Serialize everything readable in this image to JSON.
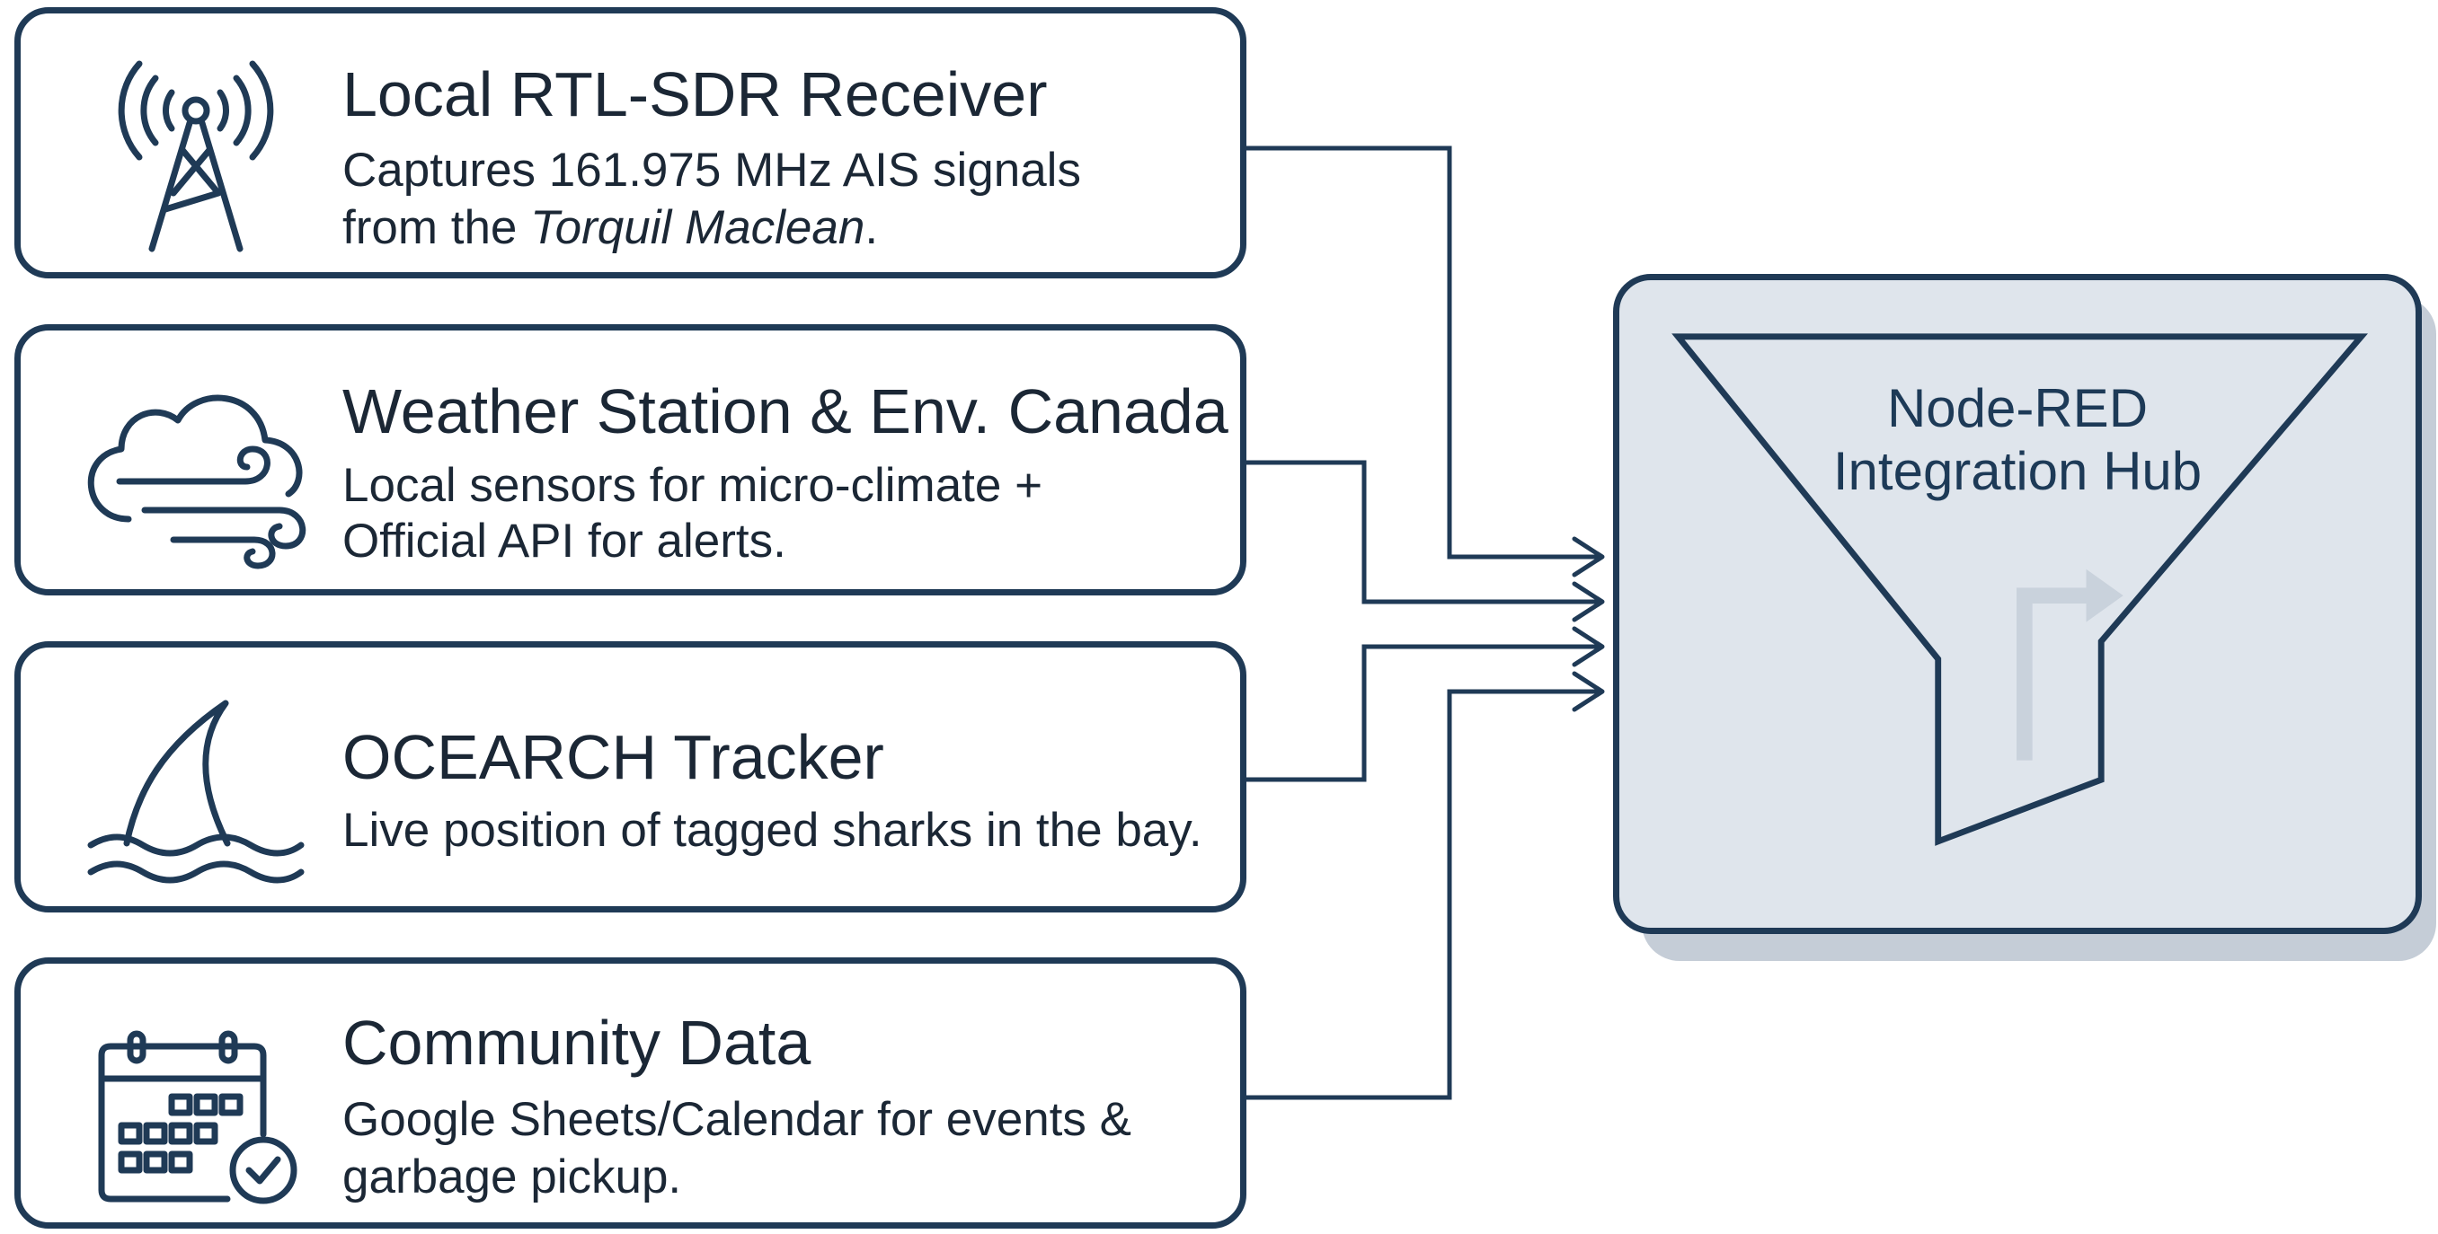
{
  "sources": [
    {
      "title": "Local RTL-SDR Receiver",
      "desc_line1": "Captures 161.975 MHz AIS signals",
      "desc_line2_prefix": "from the ",
      "desc_line2_italic": "Torquil Maclean",
      "desc_line2_suffix": ".",
      "icon": "radio-tower-icon"
    },
    {
      "title": "Weather Station & Env. Canada",
      "desc_line1": "Local sensors for micro-climate +",
      "desc_line2": "Official API for alerts.",
      "icon": "cloud-wind-icon"
    },
    {
      "title": "OCEARCH Tracker",
      "desc_line1": "Live position of tagged sharks in the bay.",
      "icon": "shark-fin-icon"
    },
    {
      "title": "Community Data",
      "desc_line1": "Google Sheets/Calendar for events &",
      "desc_line2": "garbage pickup.",
      "icon": "calendar-check-icon"
    }
  ],
  "hub": {
    "title_line1": "Node-RED",
    "title_line2": "Integration Hub",
    "icon": "funnel-icon"
  },
  "colors": {
    "stroke": "#1f3a56",
    "hub_fill": "#dfe5ec",
    "hub_shadow": "#c5cdd7",
    "arrow_accent": "#c9d2dc"
  }
}
